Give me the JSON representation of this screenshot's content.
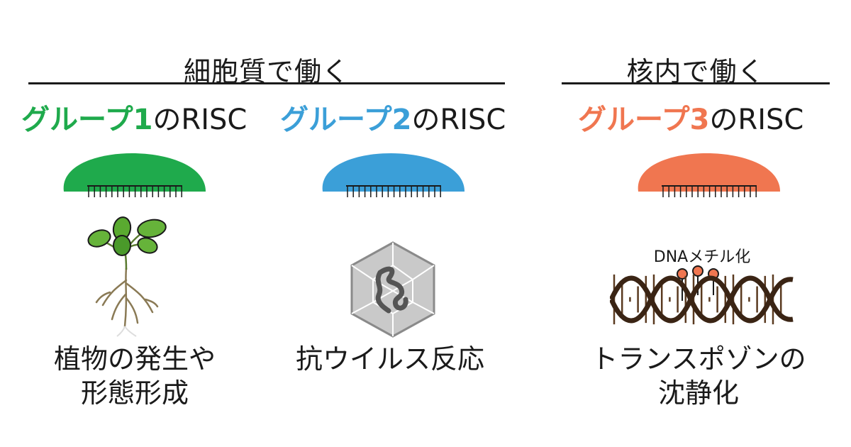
{
  "sections": {
    "cytoplasm": {
      "title": "細胞質で働く"
    },
    "nucleus": {
      "title": "核内で働く"
    }
  },
  "groups": [
    {
      "name": "グループ1",
      "suffix": "のRISC",
      "color": "#1faa4c"
    },
    {
      "name": "グループ2",
      "suffix": "のRISC",
      "color": "#3b9fd8"
    },
    {
      "name": "グループ3",
      "suffix": "のRISC",
      "color": "#f07650"
    }
  ],
  "captions": {
    "group1": {
      "line1": "植物の発生や",
      "line2": "形態形成"
    },
    "group2": {
      "line1": "抗ウイルス反応"
    },
    "group3": {
      "line1": "トランスポゾンの",
      "line2": "沈静化"
    }
  },
  "dna": {
    "label": "DNAメチル化",
    "methyl_color": "#f07650"
  },
  "icons": [
    "plant-icon",
    "virus-icon",
    "dna-double-helix-icon"
  ]
}
